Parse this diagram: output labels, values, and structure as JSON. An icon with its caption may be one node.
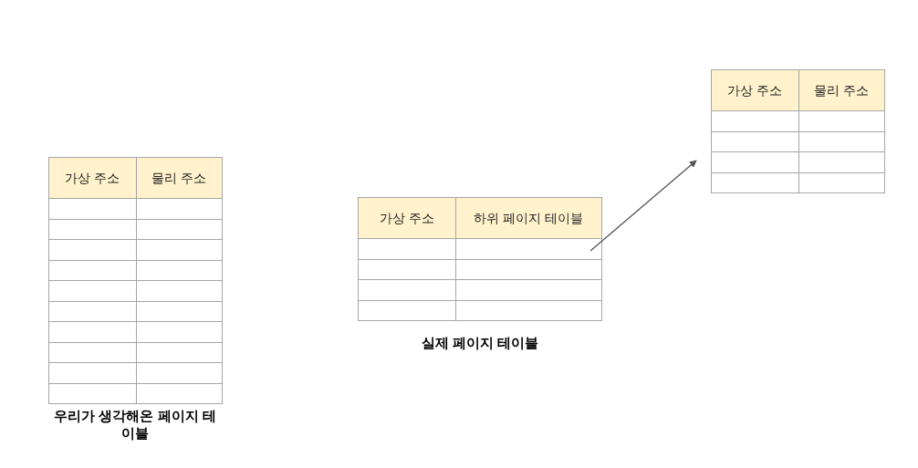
{
  "diagram": {
    "nodes": [
      {
        "text": [
          "가상 주소",
          "물리 주소"
        ],
        "beside": [
          "우리가 생각해온 페이지 테이블"
        ]
      },
      {
        "text": [
          "가상 주소",
          "하위 페이지 테이블"
        ],
        "beside": [
          "실제 페이지 테이블"
        ]
      },
      {
        "text": [
          "가상 주소",
          "물리 주소"
        ]
      }
    ],
    "edges": [
      {
        "from": 1,
        "to": 2,
        "arrow": "to"
      }
    ]
  }
}
